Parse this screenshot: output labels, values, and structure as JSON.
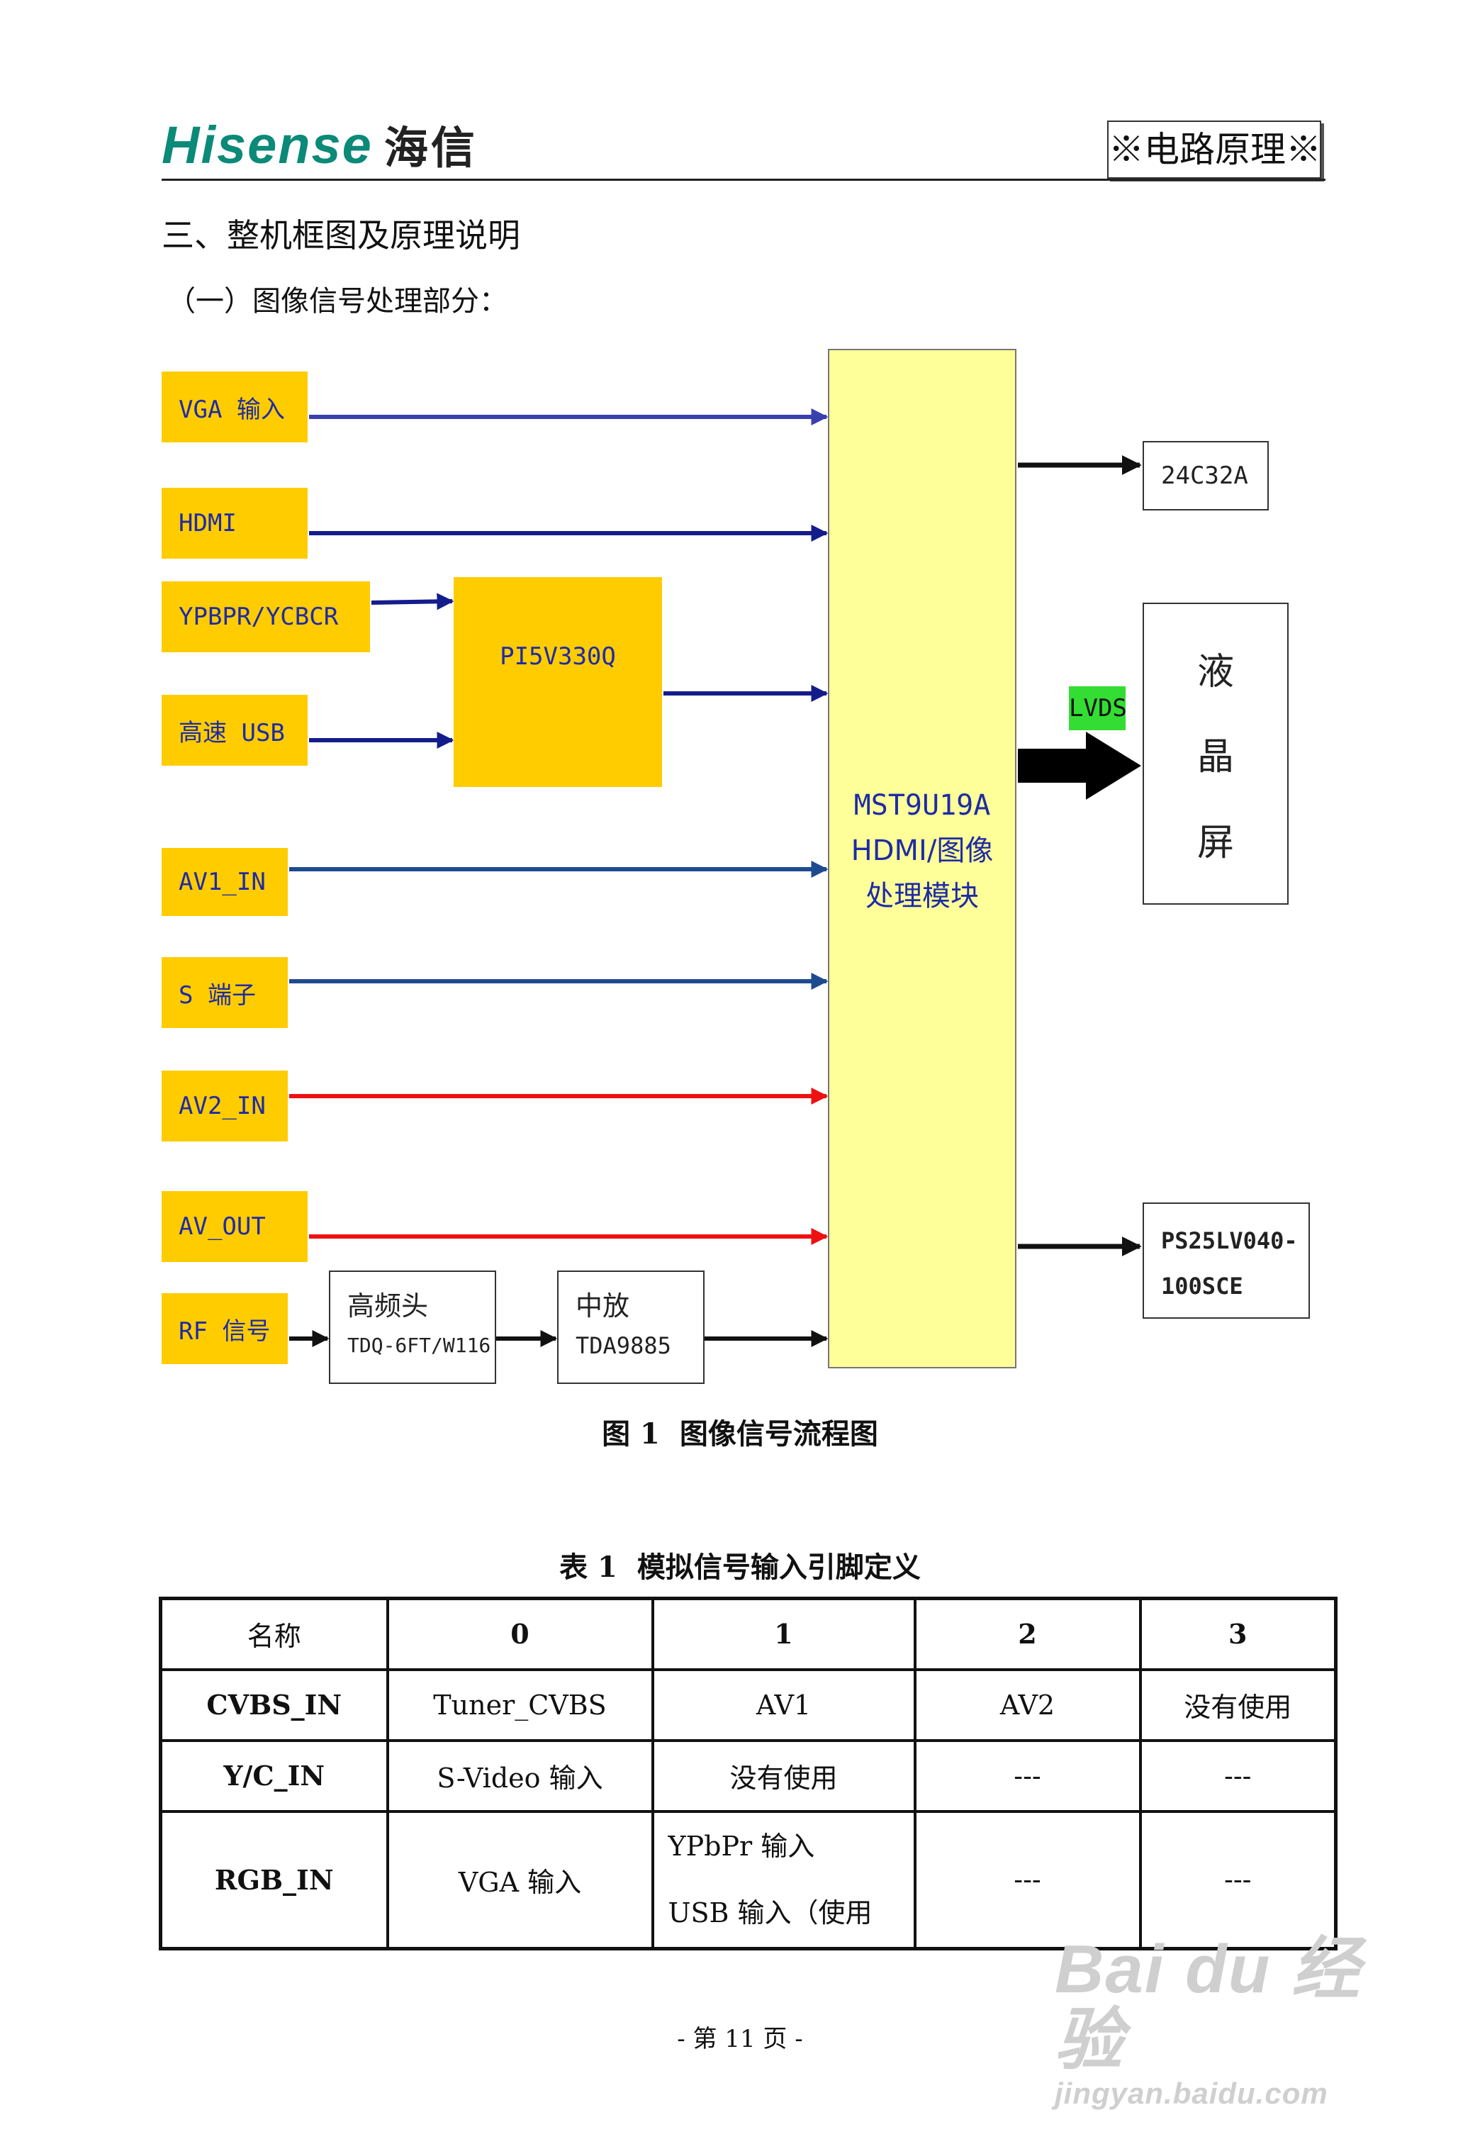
{
  "header": {
    "logo_text": "Hisense",
    "logo_cn": "海信",
    "section_label": "※电路原理※"
  },
  "headings": {
    "section": "三、整机框图及原理说明",
    "subsection": "（一）图像信号处理部分："
  },
  "diagram": {
    "inputs": {
      "vga": "VGA 输入",
      "hdmi": "HDMI",
      "ypbpr": "YPBPR/YCBCR",
      "usb": "高速 USB",
      "av1": "AV1_IN",
      "s_terminal": "S 端子",
      "av2": "AV2_IN",
      "av_out": "AV_OUT",
      "rf": "RF 信号"
    },
    "switch_chip": "PI5V330Q",
    "tuner": {
      "name": "高频头",
      "model": "TDQ-6FT/W116"
    },
    "if_amp": {
      "name": "中放",
      "model": "TDA9885"
    },
    "main_block": {
      "line1": "MST9U19A",
      "line2": "HDMI/图像",
      "line3": "处理模块"
    },
    "eeprom": "24C32A",
    "lvds": "LVDS",
    "lcd": [
      "液",
      "晶",
      "屏"
    ],
    "flash": {
      "line1": "PS25LV040-",
      "line2": "100SCE"
    },
    "colors": {
      "yellow": "#ffcc00",
      "main": "#ffff99",
      "blue": "#1e2ba6",
      "red": "#ee1111",
      "green": "#33dd33"
    }
  },
  "figure_caption": {
    "number": "图 1",
    "title": "图像信号流程图"
  },
  "table_caption": {
    "number": "表 1",
    "title": "模拟信号输入引脚定义"
  },
  "table": {
    "headers": [
      "名称",
      "0",
      "1",
      "2",
      "3"
    ],
    "rows": [
      {
        "name": "CVBS_IN",
        "c0": "Tuner_CVBS",
        "c1": "AV1",
        "c2": "AV2",
        "c3": "没有使用"
      },
      {
        "name": "Y/C_IN",
        "c0": "S-Video 输入",
        "c1": "没有使用",
        "c2": "---",
        "c3": "---"
      },
      {
        "name": "RGB_IN",
        "c0": "VGA 输入",
        "c1a": "YPbPr 输入",
        "c1b": "USB  输入（使用",
        "c2": "---",
        "c3": "---"
      }
    ]
  },
  "footer": {
    "page": "-  第  11  页  -"
  },
  "watermark": {
    "main": "Bai du 经验",
    "sub": "jingyan.baidu.com"
  }
}
